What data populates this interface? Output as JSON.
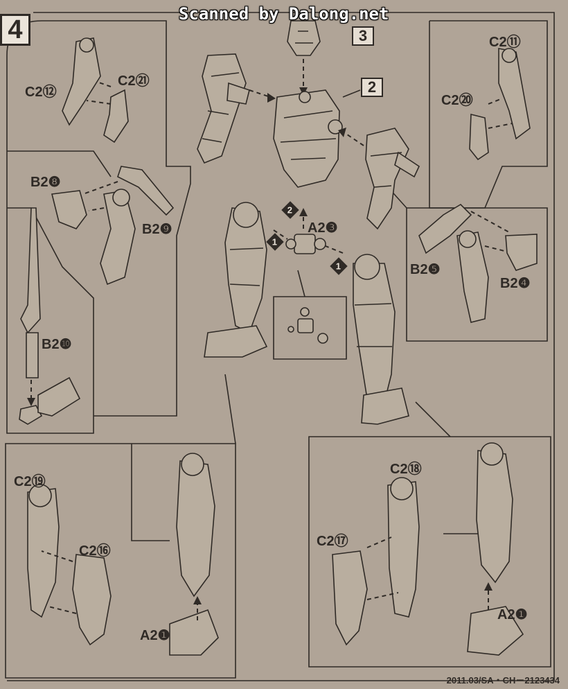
{
  "step_number": "4",
  "scan_credit": "Scanned by Dalong.net",
  "sub_steps": {
    "head": "3",
    "torso": "2"
  },
  "labels": {
    "c2_12": "C2⑫",
    "c2_21": "C2㉑",
    "c2_11": "C2⑪",
    "c2_20": "C2⑳",
    "b2_8": "B2❽",
    "b2_9": "B2❾",
    "b2_10": "B2❿",
    "a2_3": "A2❸",
    "b2_5": "B2❺",
    "b2_4": "B2❹",
    "c2_19": "C2⑲",
    "c2_16": "C2⑯",
    "a2_1_left": "A2❶",
    "c2_18": "C2⑱",
    "c2_17": "C2⑰",
    "a2_1_right": "A2❶"
  },
  "order_badges": {
    "first_left": "1",
    "second": "2",
    "first_right": "1"
  },
  "footer_code": "2011.03/SA・CH－2123434"
}
